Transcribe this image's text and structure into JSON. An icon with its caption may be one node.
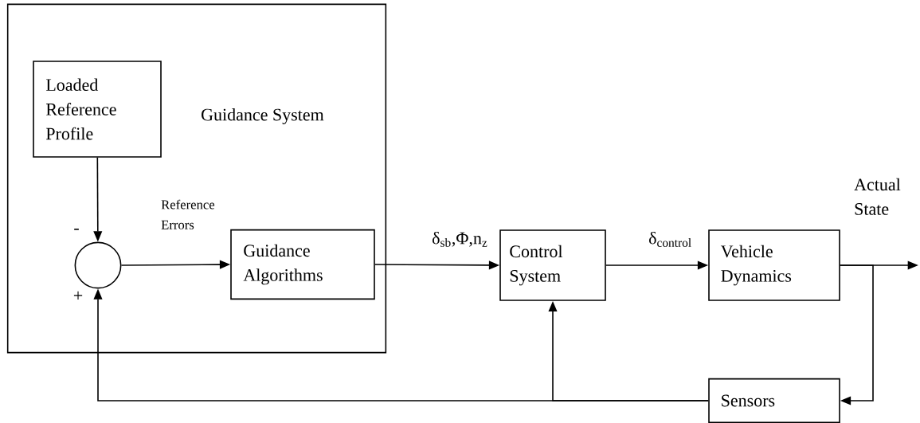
{
  "diagram": {
    "nodes": [
      {
        "text": [
          "Guidance System"
        ]
      },
      {
        "text": [
          "Loaded Reference Profile"
        ],
        "in": 0
      },
      {
        "text": [],
        "shape": "circle",
        "in": 0
      },
      {
        "text": [
          "Guidance Algorithms"
        ],
        "in": 0
      },
      {
        "text": [
          "Control System"
        ]
      },
      {
        "text": [
          "Vehicle Dynamics"
        ]
      },
      {
        "text": [
          "Sensors"
        ]
      }
    ],
    "edges": [
      {
        "from": 1,
        "to": 2,
        "arrow": "to"
      },
      {
        "from": 2,
        "to": 3,
        "arrow": "to",
        "label": "Reference Errors"
      },
      {
        "from": 3,
        "to": 4,
        "arrow": "to",
        "label": "δ$_{sb}$,Φ,n$_{z}$"
      },
      {
        "from": 4,
        "to": 5,
        "arrow": "to",
        "label": "δ$_{control}$"
      },
      {
        "from": 5,
        "to": null,
        "arrow": "to",
        "label": "Actual State"
      },
      {
        "from": 5,
        "to": 6,
        "arrow": "to"
      },
      {
        "from": 6,
        "to": 4,
        "arrow": "to"
      },
      {
        "from": 6,
        "to": 2,
        "arrow": "to"
      }
    ],
    "labels": [
      "-",
      "+"
    ]
  }
}
